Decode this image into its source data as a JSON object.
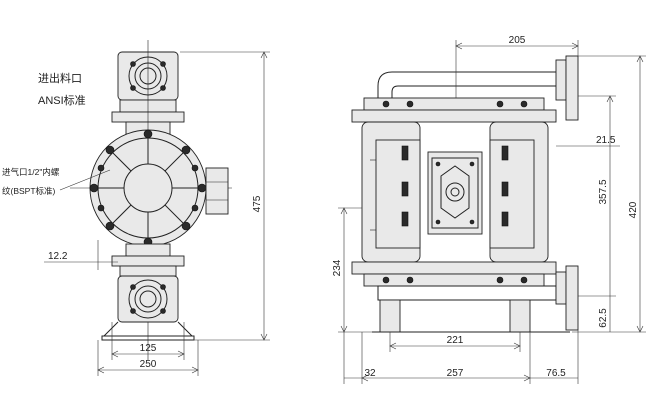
{
  "labels": {
    "inlet_outlet_line1": "进出料口",
    "inlet_outlet_line2": "ANSI标准",
    "air_inlet_line1": "进气口1/2\"内螺",
    "air_inlet_line2": "纹(BSPT标准)"
  },
  "dimensions": {
    "top_width": "205",
    "overall_height": "475",
    "right_height": "420",
    "mid_height": "357.5",
    "offset_top": "21.5",
    "bottom_offset": "62.5",
    "left_height": "234",
    "inlet_offset": "12.2",
    "inner_width": "125",
    "base_width": "250",
    "foot_span": "221",
    "left_offset": "32",
    "base_span": "257",
    "right_offset": "76.5"
  }
}
